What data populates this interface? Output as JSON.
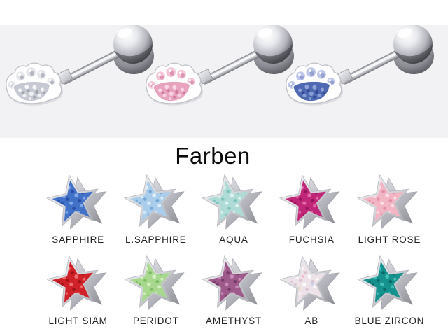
{
  "page": {
    "background": "#ffffff",
    "photo_band_color": "#f2f2f4"
  },
  "product_gallery": {
    "description": "paw-print steel tongue barbells",
    "items": [
      {
        "variant": "clear-crystal",
        "toe": "#e4e6ea",
        "toeDeep": "#b5b8c0",
        "pad": "#c6c9d1",
        "padDeep": "#989da9",
        "padLight": "#ffffff"
      },
      {
        "variant": "pink-crystal",
        "toe": "#f3c4d5",
        "toeDeep": "#dc95b4",
        "pad": "#e8a4be",
        "padDeep": "#cb7299",
        "padLight": "#fbe2ec"
      },
      {
        "variant": "blue-crystal",
        "toe": "#bec6e9",
        "toeDeep": "#93a0d2",
        "pad": "#4e68b2",
        "padDeep": "#2e458e",
        "padLight": "#9db0e2"
      }
    ]
  },
  "colors_section": {
    "title": "Farben",
    "rows": [
      [
        {
          "label": "SAPPHIRE",
          "base": "#4271c8",
          "deep": "#24459c",
          "light": "#8fb4ef"
        },
        {
          "label": "L.SAPPHIRE",
          "base": "#a9cdea",
          "deep": "#6d9fd2",
          "light": "#eaf4fc"
        },
        {
          "label": "AQUA",
          "base": "#aedbd5",
          "deep": "#74bdb5",
          "light": "#e6f7f4"
        },
        {
          "label": "FUCHSIA",
          "base": "#c02778",
          "deep": "#8c1254",
          "light": "#e57ab2"
        },
        {
          "label": "LIGHT ROSE",
          "base": "#f2b5c3",
          "deep": "#dd87a1",
          "light": "#fce5eb"
        }
      ],
      [
        {
          "label": "LIGHT SIAM",
          "base": "#cf2127",
          "deep": "#931114",
          "light": "#f07d7d"
        },
        {
          "label": "PERIDOT",
          "base": "#a8d88e",
          "deep": "#77b55e",
          "light": "#def4d0"
        },
        {
          "label": "AMETHYST",
          "base": "#9d5a8b",
          "deep": "#6f3560",
          "light": "#cf97c0"
        },
        {
          "label": "AB",
          "base": "#ece2e7",
          "deep": "#d6bccb",
          "light": "#ffffff",
          "s1": "#f4b9cd",
          "s2": "#bdd3f0",
          "s3": "#f2d9a4"
        },
        {
          "label": "BLUE ZIRCON",
          "base": "#15918e",
          "deep": "#0a5f60",
          "light": "#52c7c2"
        }
      ]
    ]
  }
}
